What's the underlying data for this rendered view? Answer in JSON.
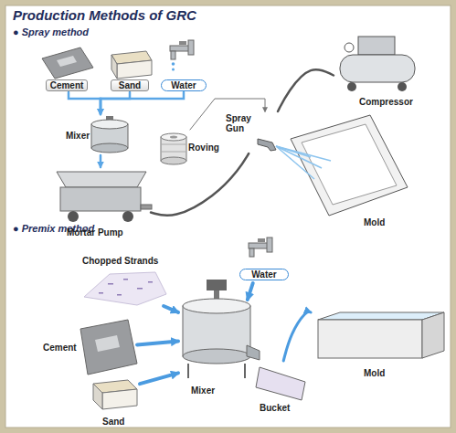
{
  "diagram": {
    "title": "Production Methods of GRC",
    "nodes": [
      {
        "text": [
          "Cement"
        ]
      },
      {
        "text": [
          "Sand"
        ]
      },
      {
        "text": [
          "Water"
        ]
      },
      {
        "text": [
          "Mixer"
        ]
      },
      {
        "text": [
          "Roving"
        ]
      },
      {
        "text": [
          "Mortar Pump"
        ]
      },
      {
        "text": [
          "Spray Gun"
        ]
      },
      {
        "text": [
          "Compressor"
        ]
      },
      {
        "text": [
          "Mold"
        ]
      },
      {
        "text": [
          "Water"
        ]
      },
      {
        "text": [
          "Chopped Strands"
        ]
      },
      {
        "text": [
          "Cement"
        ]
      },
      {
        "text": [
          "Mixer"
        ]
      },
      {
        "text": [
          "Sand"
        ]
      },
      {
        "text": [
          "Bucket"
        ]
      },
      {
        "text": [
          "Mold"
        ]
      }
    ],
    "edges": [
      {
        "from": 0,
        "to": 3,
        "arrow": "to"
      },
      {
        "from": 1,
        "to": 3,
        "arrow": "to"
      },
      {
        "from": 2,
        "to": 3,
        "arrow": "to"
      },
      {
        "from": 3,
        "to": 5,
        "arrow": "to"
      },
      {
        "from": 5,
        "to": 6,
        "arrow": "none"
      },
      {
        "from": 4,
        "to": 6,
        "arrow": "to"
      },
      {
        "from": 7,
        "to": 6,
        "arrow": "none"
      },
      {
        "from": 9,
        "to": 12,
        "arrow": "to"
      },
      {
        "from": 10,
        "to": 12,
        "arrow": "to"
      },
      {
        "from": 11,
        "to": 12,
        "arrow": "to"
      },
      {
        "from": 13,
        "to": 12,
        "arrow": "to"
      },
      {
        "from": 14,
        "to": 15,
        "arrow": "to"
      }
    ],
    "labels": [
      "● Spray method",
      "● Premix method"
    ]
  }
}
